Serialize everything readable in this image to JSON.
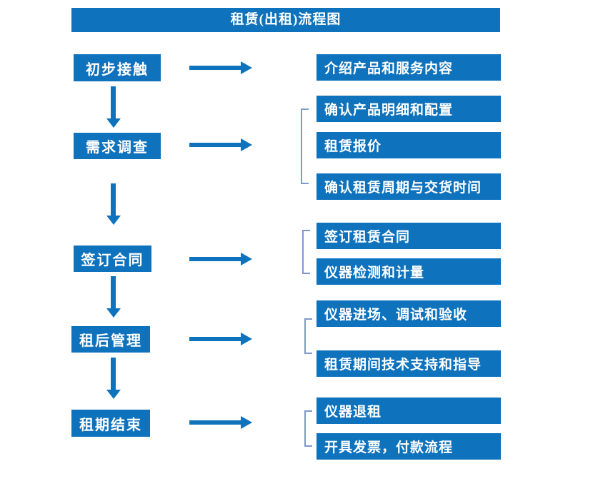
{
  "title": "租赁(出租)流程图",
  "colors": {
    "primary_blue": "#0E72BC",
    "bracket_blue": "#7E9AC8",
    "text": "#FFFFFF",
    "background": "#FFFFFF"
  },
  "stages": [
    {
      "label": "初步接触",
      "items": [
        "介绍产品和服务内容"
      ]
    },
    {
      "label": "需求调查",
      "items": [
        "确认产品明细和配置",
        "租赁报价",
        "确认租赁周期与交货时间"
      ]
    },
    {
      "label": "签订合同",
      "items": [
        "签订租赁合同",
        "仪器检测和计量"
      ]
    },
    {
      "label": "租后管理",
      "items": [
        "仪器进场、调试和验收",
        "租赁期间技术支持和指导"
      ]
    },
    {
      "label": "租期结束",
      "items": [
        "仪器退租",
        "开具发票，付款流程"
      ]
    }
  ]
}
